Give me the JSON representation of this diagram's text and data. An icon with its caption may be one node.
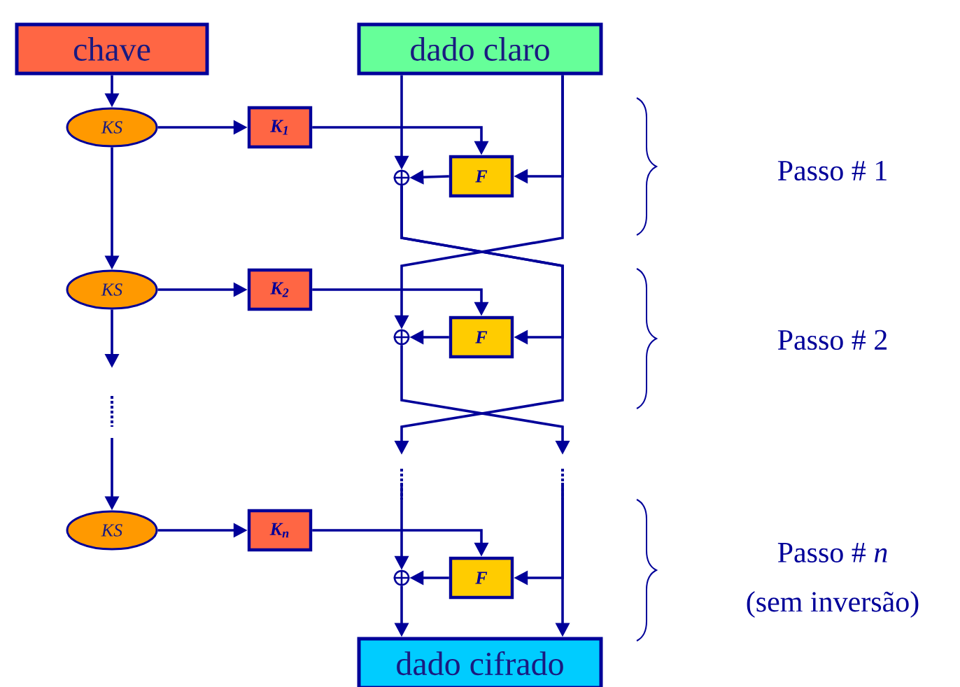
{
  "diagram": {
    "nodes": [
      {
        "text": [
          "chave"
        ]
      },
      {
        "text": [
          "dado claro"
        ]
      },
      {
        "text": [
          "KS"
        ]
      },
      {
        "text": [
          "K$_{1}$"
        ]
      },
      {
        "text": [],
        "shape": "circle"
      },
      {
        "text": [
          "F"
        ]
      },
      {
        "text": [
          "KS"
        ]
      },
      {
        "text": [
          "K$_{2}$"
        ]
      },
      {
        "text": [],
        "shape": "circle"
      },
      {
        "text": [
          "F"
        ]
      },
      {
        "text": [
          "KS"
        ]
      },
      {
        "text": [
          "K$_{n}$"
        ]
      },
      {
        "text": [],
        "shape": "circle"
      },
      {
        "text": [
          "F"
        ]
      },
      {
        "text": [
          "dado cifrado"
        ]
      }
    ],
    "edges": [
      {
        "from": 0,
        "to": 2,
        "arrow": "to"
      },
      {
        "from": 2,
        "to": 3,
        "arrow": "to"
      },
      {
        "from": 2,
        "to": 6,
        "arrow": "to"
      },
      {
        "from": 6,
        "to": 7,
        "arrow": "to"
      },
      {
        "from": 6,
        "to": null,
        "arrow": "to"
      },
      {
        "from": null,
        "to": 10,
        "arrow": "to"
      },
      {
        "from": 10,
        "to": 11,
        "arrow": "to"
      },
      {
        "from": 3,
        "to": 5,
        "arrow": "to"
      },
      {
        "from": 7,
        "to": 9,
        "arrow": "to"
      },
      {
        "from": 11,
        "to": 13,
        "arrow": "to"
      },
      {
        "from": 1,
        "to": 4,
        "arrow": "to"
      },
      {
        "from": 1,
        "to": 5,
        "arrow": "to"
      },
      {
        "from": 1,
        "to": 8,
        "arrow": "to"
      },
      {
        "from": 5,
        "to": 4,
        "arrow": "to"
      },
      {
        "from": 4,
        "to": 9,
        "arrow": "to"
      },
      {
        "from": 4,
        "to": null,
        "arrow": "to"
      },
      {
        "from": 9,
        "to": 8,
        "arrow": "to"
      },
      {
        "from": 8,
        "to": null,
        "arrow": "to"
      },
      {
        "from": null,
        "to": 12,
        "arrow": "to"
      },
      {
        "from": null,
        "to": 13,
        "arrow": "to"
      },
      {
        "from": null,
        "to": 14,
        "arrow": "to"
      },
      {
        "from": 13,
        "to": 12,
        "arrow": "to"
      },
      {
        "from": 12,
        "to": 14,
        "arrow": "to"
      }
    ],
    "labels": [
      "Passo # 1",
      "Passo # 2",
      "Passo # *n*",
      "(sem inversão)"
    ]
  }
}
